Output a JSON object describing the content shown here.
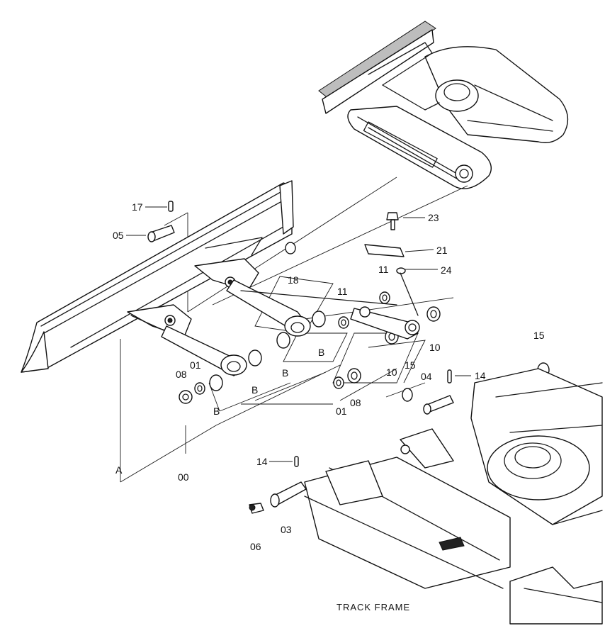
{
  "caption": "TRACK FRAME",
  "labels": {
    "p00": "00",
    "p01a": "01",
    "p01b": "01",
    "p03": "03",
    "p04": "04",
    "p05": "05",
    "p06": "06",
    "p08a": "08",
    "p08b": "08",
    "p10a": "10",
    "p10b": "10",
    "p11a": "11",
    "p11b": "11",
    "p14a": "14",
    "p14b": "14",
    "p15a": "15",
    "p15b": "15",
    "p17": "17",
    "p18": "18",
    "p21": "21",
    "p23": "23",
    "p24": "24",
    "refA": "A",
    "refB1": "B",
    "refB2": "B",
    "refB3": "B",
    "refB4": "B"
  }
}
